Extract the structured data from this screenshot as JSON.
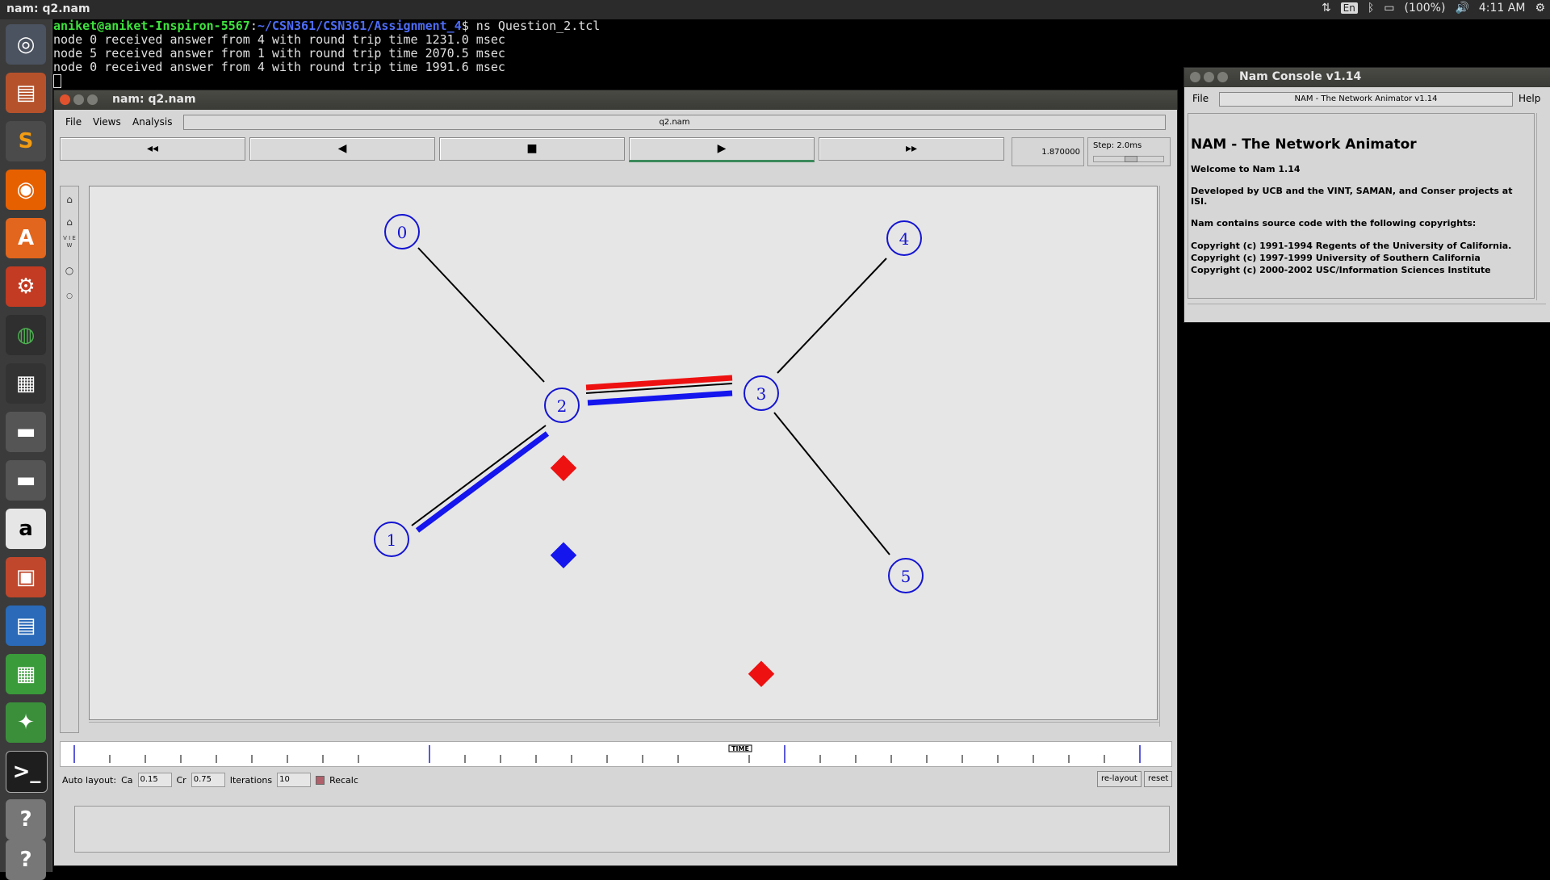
{
  "top_panel": {
    "title": "nam: q2.nam",
    "keyboard": "En",
    "battery": "(100%)",
    "time": "4:11 AM"
  },
  "launcher": {
    "icons": [
      "ubuntu-dash-icon",
      "files-icon",
      "sublime-text-icon",
      "firefox-icon",
      "software-center-icon",
      "system-settings-icon",
      "chrome-icon",
      "workspace-switcher-icon",
      "drive-icon",
      "drive-icon-2",
      "amazon-icon",
      "impress-icon",
      "writer-icon",
      "calc-icon",
      "android-studio-icon",
      "terminal-icon",
      "help-icon",
      "help-icon-2"
    ]
  },
  "terminal": {
    "user_host": "aniket@aniket-Inspiron-5567",
    "path": "~/CSN361/CSN361/Assignment_4",
    "command": "$ ns Question_2.tcl",
    "lines": [
      "node 0 received answer from 4 with round trip time 1231.0 msec",
      "node 5 received answer from 1 with round trip time 2070.5 msec",
      "node 0 received answer from 4 with round trip time 1991.6 msec"
    ]
  },
  "nam_window": {
    "title": "nam: q2.nam",
    "menu": {
      "file": "File",
      "views": "Views",
      "analysis": "Analysis"
    },
    "filename": "q2.nam",
    "controls": {
      "rewind": "◂◂",
      "back": "◀",
      "stop": "■",
      "play": "▶",
      "forward": "▸▸"
    },
    "time_value": "1.870000",
    "step_label": "Step: 2.0ms",
    "tools": {
      "view_label": "V I E W"
    },
    "nodes": [
      {
        "id": "0"
      },
      {
        "id": "1"
      },
      {
        "id": "2"
      },
      {
        "id": "3"
      },
      {
        "id": "4"
      },
      {
        "id": "5"
      }
    ],
    "timeline_marker": "TIME",
    "autolayout": {
      "label": "Auto layout:",
      "ca_label": "Ca",
      "ca_value": "0.15",
      "cr_label": "Cr",
      "cr_value": "0.75",
      "iter_label": "Iterations",
      "iter_value": "10",
      "recalc": "Recalc"
    },
    "relayout": "re-layout",
    "reset": "reset"
  },
  "console": {
    "title": "Nam Console v1.14",
    "file": "File",
    "field": "NAM - The Network Animator v1.14",
    "help": "Help",
    "heading": "NAM - The Network Animator",
    "welcome": "Welcome to Nam 1.14",
    "developed": "Developed by UCB and the VINT, SAMAN, and Conser projects at ISI.",
    "source": "Nam contains source code with the following copyrights:",
    "copy1": "Copyright (c) 1991-1994 Regents of the University of California.",
    "copy2": "Copyright (c) 1997-1999 University of Southern California",
    "copy3": "Copyright (c) 2000-2002 USC/Information Sciences Institute"
  },
  "colors": {
    "node": "#1414d2",
    "red": "#ee1111",
    "blue": "#1515ee"
  }
}
